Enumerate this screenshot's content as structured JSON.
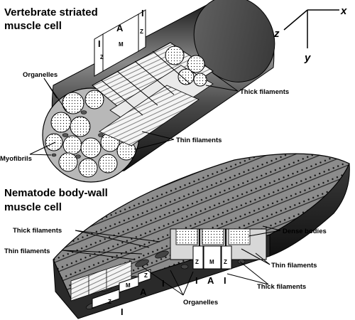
{
  "vertebrate": {
    "title_line1": "Vertebrate striated",
    "title_line2": "muscle cell",
    "labels": {
      "organelles": "Organelles",
      "myofibrils": "Myofibrils",
      "thick_filaments": "Thick filaments",
      "thin_filaments": "Thin filaments"
    },
    "bands": {
      "I_left": "I",
      "A": "A",
      "I_right": "I",
      "Z_left": "Z",
      "M": "M",
      "Z_right": "Z"
    }
  },
  "nematode": {
    "title_line1": "Nematode body-wall",
    "title_line2": "muscle cell",
    "labels": {
      "thick_filaments_left": "Thick filaments",
      "thin_filaments_left": "Thin filaments",
      "dense_bodies": "Dense bodies",
      "thin_filaments_right": "Thin filaments",
      "thick_filaments_right": "Thick filaments",
      "organelles": "Organelles"
    },
    "bands_front": {
      "Z_left": "Z",
      "M": "M",
      "Z_right": "Z",
      "I_left": "I",
      "A": "A",
      "I_right": "I"
    },
    "bands_bottom": {
      "Z_top": "Z",
      "M": "M",
      "A": "A",
      "I_right": "I",
      "Z_bottom": "Z",
      "I_bottom": "I"
    }
  },
  "axes": {
    "x": "x",
    "y": "y",
    "z": "z"
  }
}
